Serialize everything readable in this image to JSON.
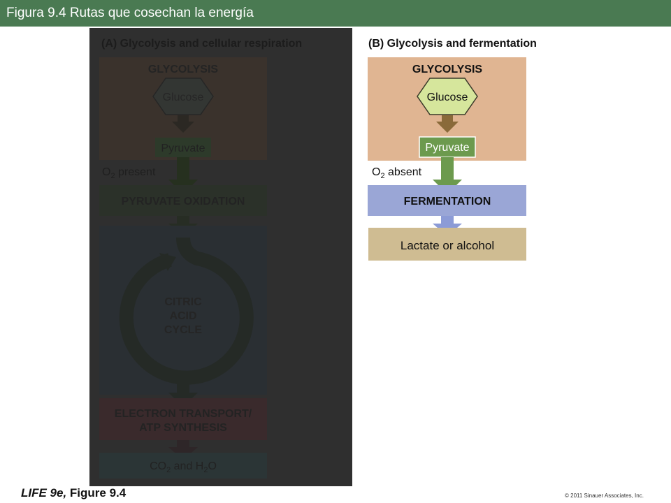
{
  "title": "Figura 9.4 Rutas que cosechan la energía",
  "panelA": {
    "heading": "(A)  Glycolysis and cellular respiration",
    "glycolysis": "GLYCOLYSIS",
    "glucose": "Glucose",
    "pyruvate": "Pyruvate",
    "o2_prefix": "O",
    "o2_sub": "2",
    "o2_suffix": " present",
    "pyruvate_oxidation": "PYRUVATE OXIDATION",
    "citric_line1": "CITRIC",
    "citric_line2": "ACID",
    "citric_line3": "CYCLE",
    "etc_line1": "ELECTRON TRANSPORT/",
    "etc_line2": "ATP SYNTHESIS",
    "products_part1": "CO",
    "products_sub1": "2",
    "products_part2": " and H",
    "products_sub2": "2",
    "products_part3": "O"
  },
  "panelB": {
    "heading": "(B)  Glycolysis and fermentation",
    "glycolysis": "GLYCOLYSIS",
    "glucose": "Glucose",
    "pyruvate": "Pyruvate",
    "o2_prefix": "O",
    "o2_sub": "2",
    "o2_suffix": " absent",
    "fermentation": "FERMENTATION",
    "products": "Lactate or alcohol"
  },
  "footer": {
    "book": "LIFE 9e,",
    "figure": " Figure 9.4",
    "copyright": "© 2011 Sinauer Associates, Inc."
  },
  "colors": {
    "titlebar": "#4a7a52",
    "glycolysis_box": "#e0b592",
    "glucose_hex": "#d6e69c",
    "pyruvate_box": "#6c9a4e",
    "fermentation_box": "#9aa6d6",
    "products_box": "#cfbc92",
    "arrow_brown": "#8a6a3a",
    "arrow_green": "#6c9a4e",
    "arrow_blue": "#8c9bd6",
    "panelA_dim": "#2f2f2f"
  }
}
